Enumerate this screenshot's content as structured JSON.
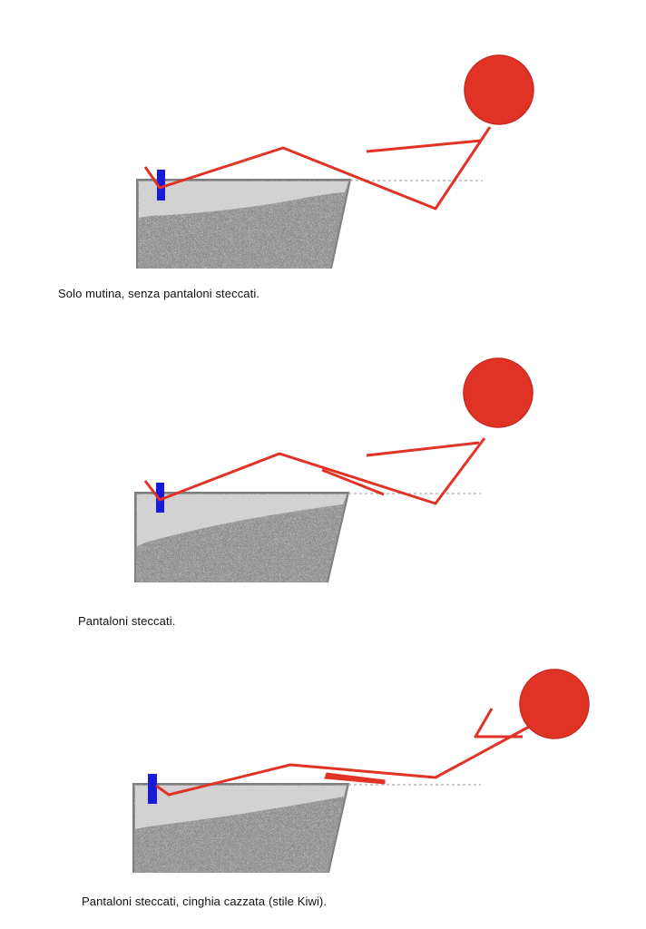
{
  "figure": {
    "colors": {
      "body": "#e03326",
      "head_fill": "#e03326",
      "head_outline": "#c9291e",
      "hull_fill": "#8e8e8e",
      "hull_outline": "#7f7f7f",
      "foot_block": "#1a1adb",
      "waterline": "#aaaaaa"
    },
    "panels": [
      {
        "caption": "Solo mutina, senza pantaloni steccati."
      },
      {
        "caption": "Pantaloni steccati."
      },
      {
        "caption": "Pantaloni steccati, cinghia cazzata (stile Kiwi)."
      }
    ]
  }
}
